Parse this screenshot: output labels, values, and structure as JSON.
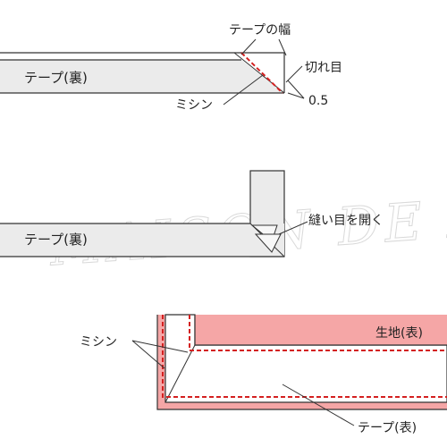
{
  "figure": {
    "step1": {
      "tape_back": "テープ(裏)",
      "tape_width": "テープの幅",
      "cut": "切れ目",
      "stitch": "ミシン",
      "seam_allowance": "0.5"
    },
    "step2": {
      "tape_back": "テープ(裏)",
      "open_seam": "縫い目を開く"
    },
    "step3": {
      "fabric_front": "生地(表)",
      "stitch": "ミシン",
      "tape_front": "テープ(表)"
    },
    "watermark": "MAISON DE AS"
  },
  "colors": {
    "tape_fill": "#ebebeb",
    "fabric_fill": "#f5a6a6",
    "stitch_red": "#d42020",
    "line_dark": "#333333"
  }
}
